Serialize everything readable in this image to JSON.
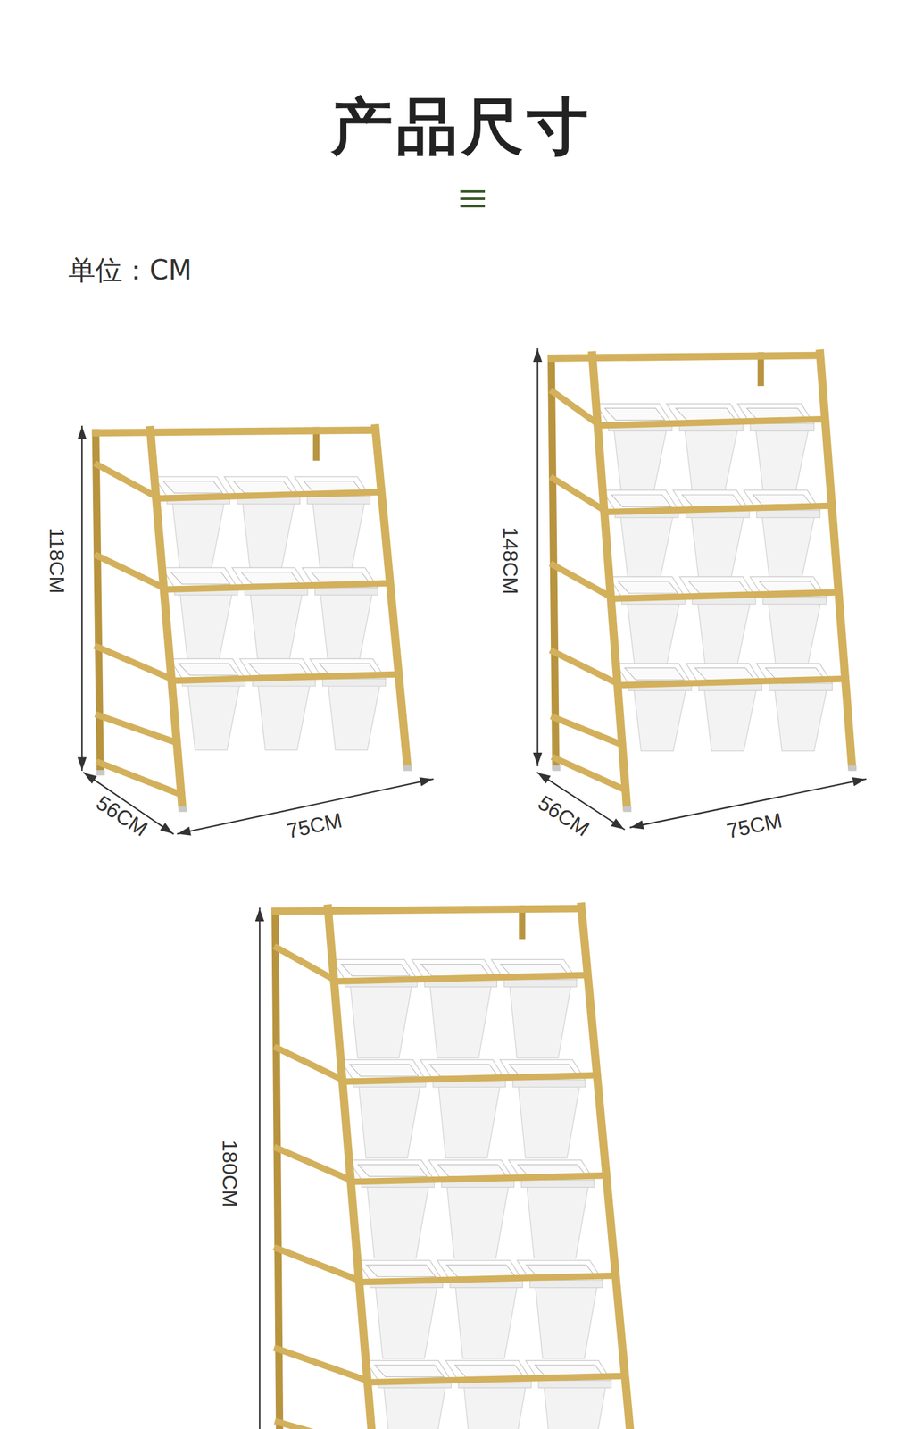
{
  "diagram": {
    "title": "产品尺寸",
    "labels": [
      "单位：CM",
      "118CM",
      "56CM",
      "75CM",
      "148CM",
      "56CM",
      "75CM",
      "180CM"
    ]
  }
}
